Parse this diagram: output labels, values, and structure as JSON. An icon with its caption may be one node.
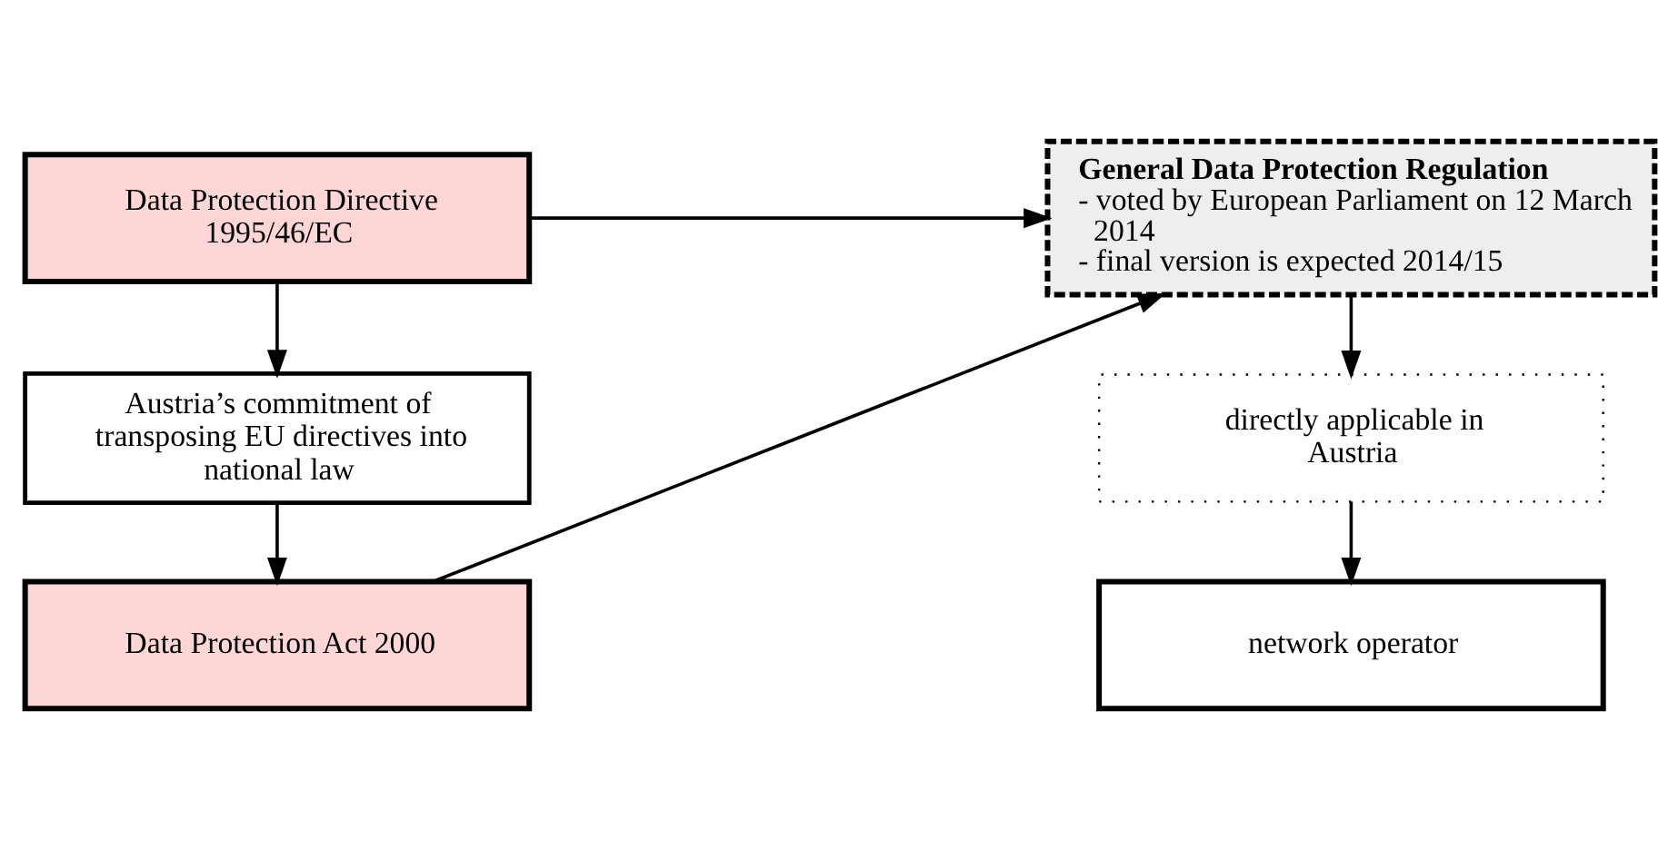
{
  "diagram": {
    "nodes": [
      {
        "text": [
          "Data Protection Directive 1995/46/EC"
        ]
      },
      {
        "text": [
          "Austria’s commitment of transposing EU directives into national law"
        ]
      },
      {
        "text": [
          "Data Protection Act 2000"
        ]
      },
      {
        "text": [
          "General Data Protection Regulation",
          "- voted by European Parliament on 12 March 2014",
          "- final version is expected 2014/15"
        ]
      },
      {
        "text": [
          "directly applicable in Austria"
        ]
      },
      {
        "text": [
          "network operator"
        ]
      }
    ],
    "edges": [
      {
        "from": 0,
        "to": 1,
        "arrow": "to"
      },
      {
        "from": 1,
        "to": 2,
        "arrow": "to"
      },
      {
        "from": 0,
        "to": 3,
        "arrow": "to"
      },
      {
        "from": 2,
        "to": 3,
        "arrow": "to"
      },
      {
        "from": 3,
        "to": 4,
        "arrow": "to"
      },
      {
        "from": 4,
        "to": 5,
        "arrow": "to"
      }
    ]
  }
}
